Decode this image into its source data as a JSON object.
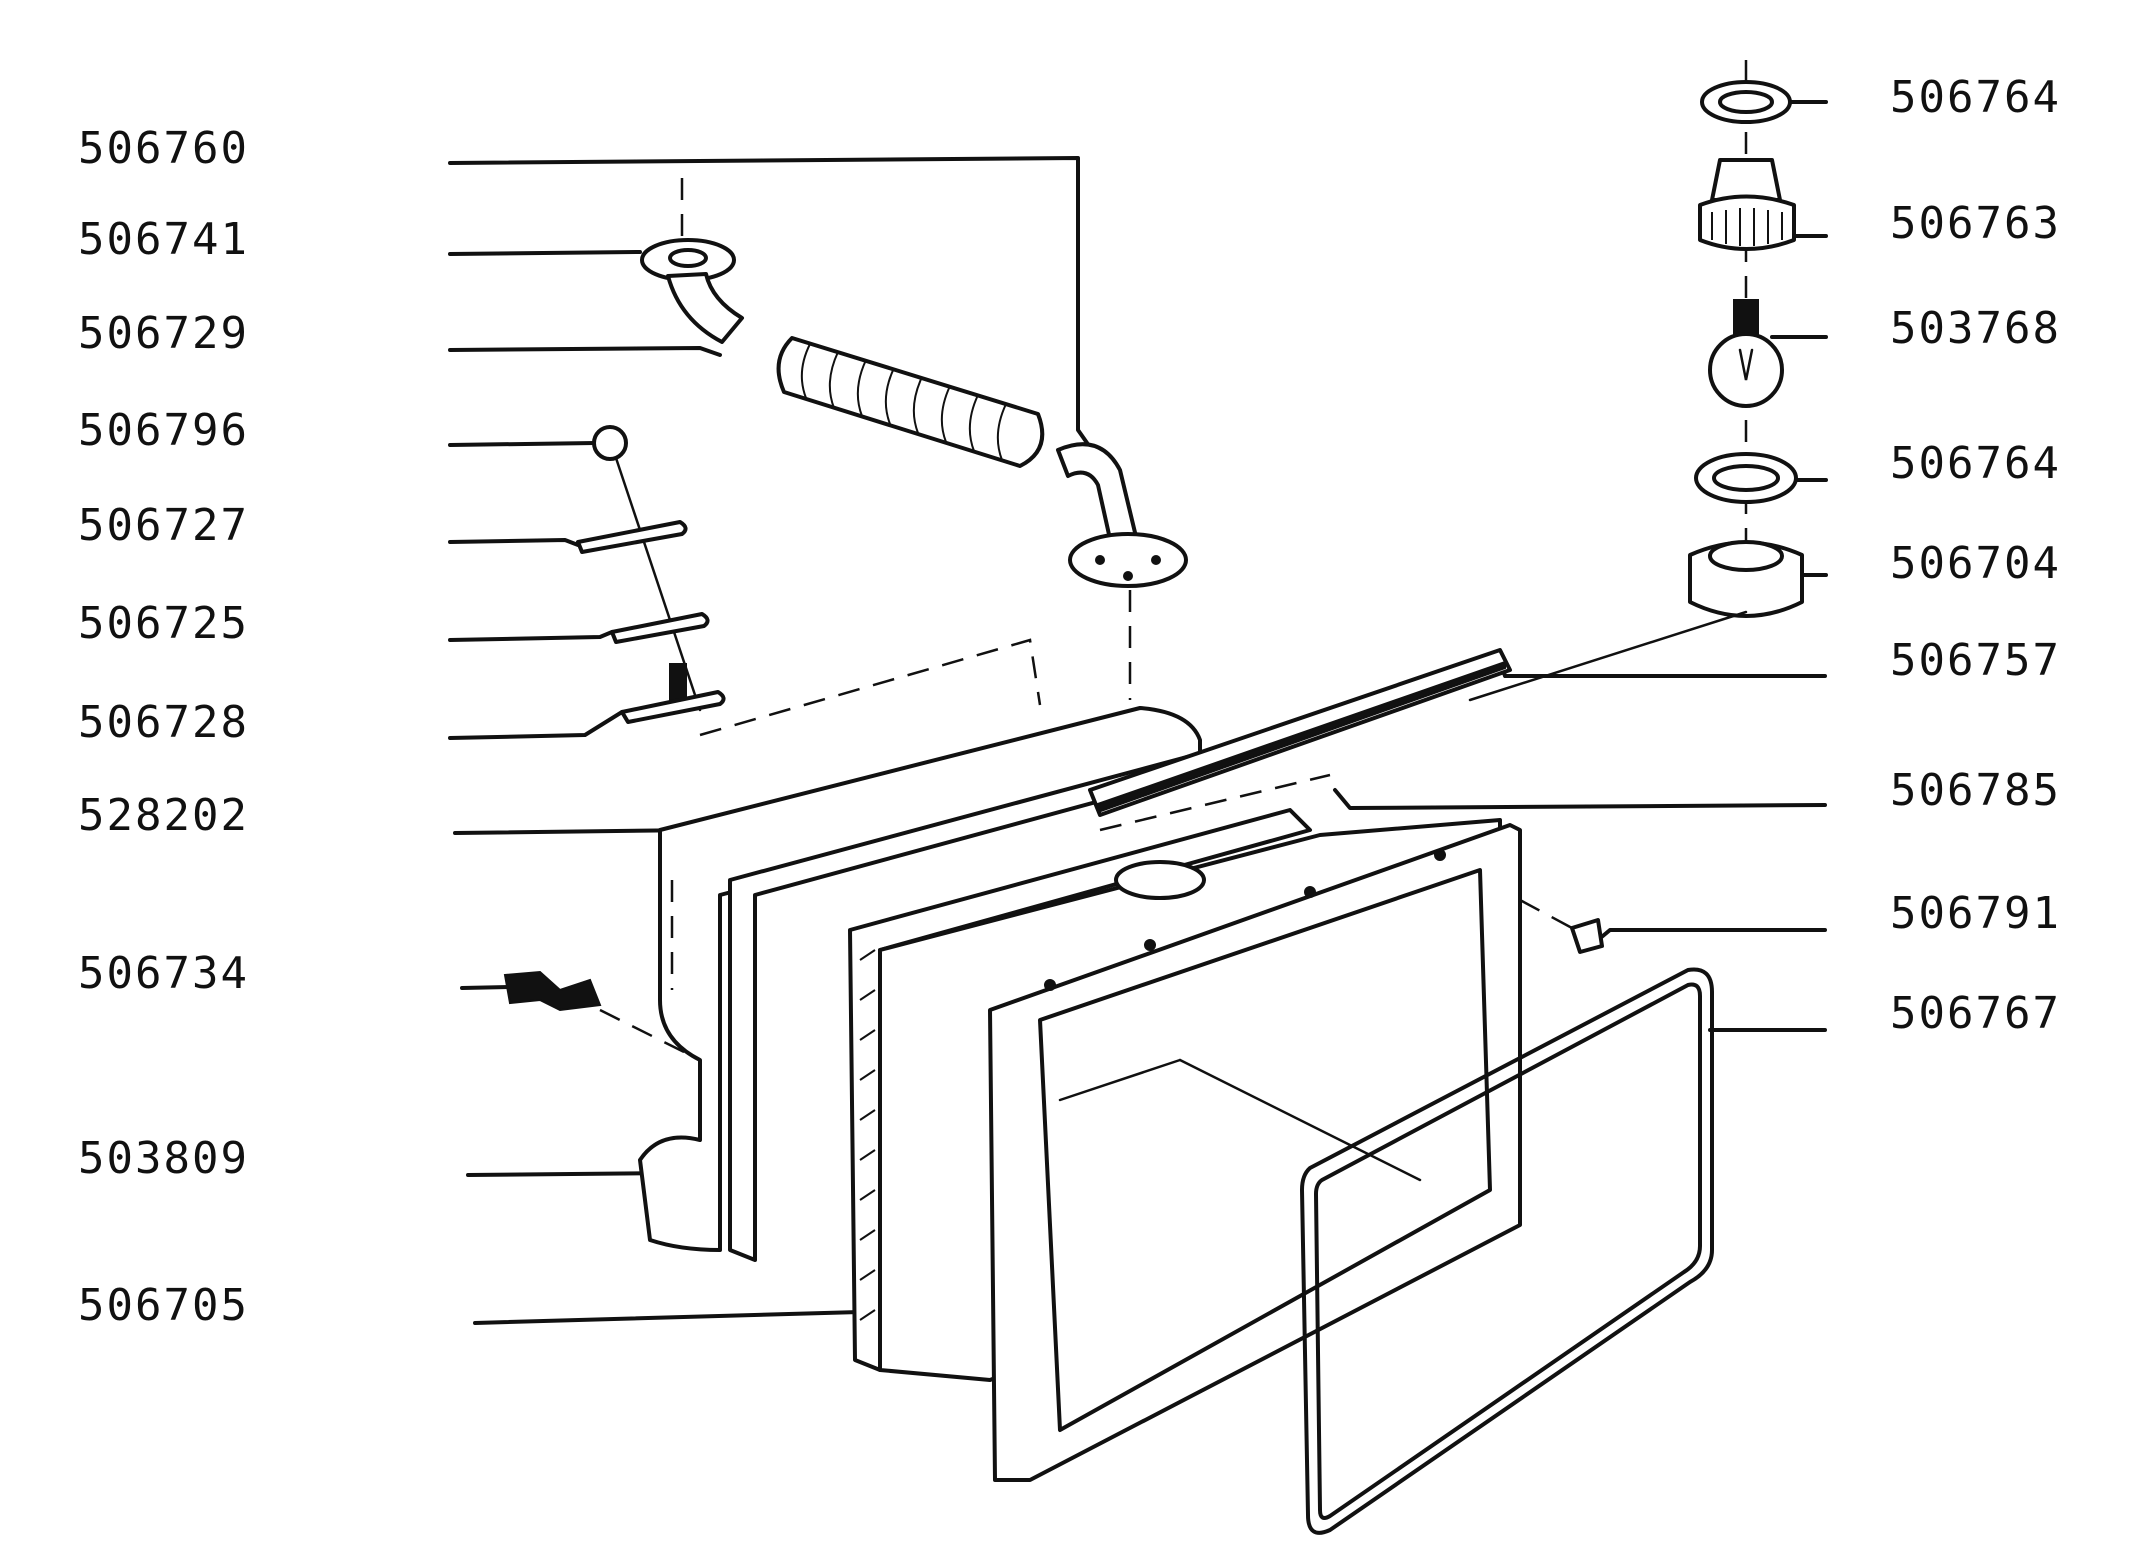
{
  "labels_left": [
    "506760",
    "506741",
    "506729",
    "506796",
    "506727",
    "506725",
    "506728",
    "528202",
    "506734",
    "503809",
    "506705"
  ],
  "labels_right": [
    "506764",
    "506763",
    "503768",
    "506764",
    "506704",
    "506757",
    "506785",
    "506791",
    "506767"
  ],
  "colors": {
    "ink": "#111111",
    "paper": "#ffffff"
  }
}
